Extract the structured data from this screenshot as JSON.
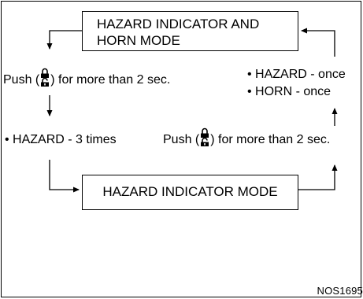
{
  "mode_boxes": {
    "top_line1": "HAZARD INDICATOR AND",
    "top_line2": "HORN MODE",
    "bottom": "HAZARD INDICATOR MODE"
  },
  "left_branch": {
    "push_prefix": "Push (",
    "push_suffix": ") for more than 2 sec.",
    "result": "• HAZARD - 3 times"
  },
  "right_branch": {
    "push_prefix": "Push (",
    "push_suffix": ") for more than 2 sec.",
    "result_1": "• HAZARD - once",
    "result_2": "• HORN - once"
  },
  "figure_code": "NOS1695",
  "icons": [
    "lock-unlock-key-icon",
    "lock-unlock-key-icon"
  ]
}
